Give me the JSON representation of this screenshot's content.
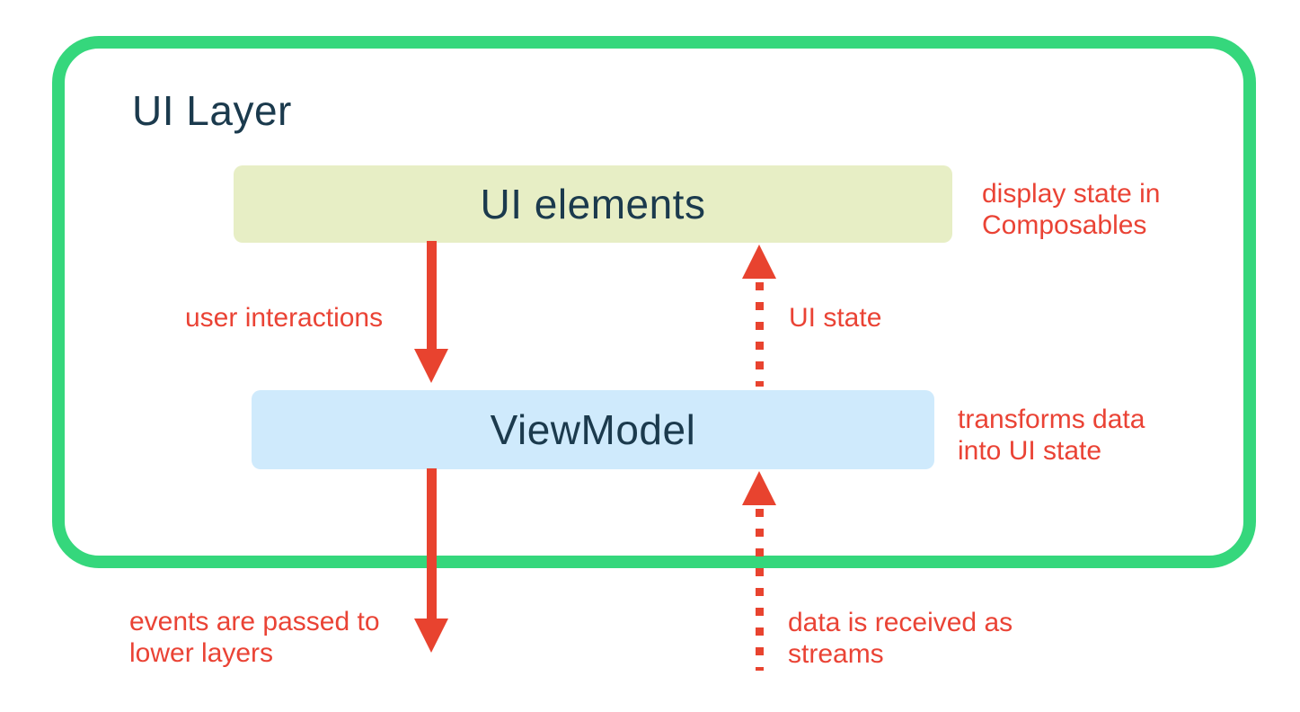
{
  "diagram": {
    "title": "UI Layer",
    "nodes": {
      "ui_elements": {
        "label": "UI elements",
        "annotation": "display state in Composables",
        "fill": "#e7eec5"
      },
      "viewmodel": {
        "label": "ViewModel",
        "annotation": "transforms data into UI state",
        "fill": "#cfeafc"
      }
    },
    "arrows": {
      "user_interactions": {
        "label": "user interactions",
        "style": "solid",
        "direction": "down",
        "from": "UI elements",
        "to": "ViewModel"
      },
      "ui_state": {
        "label": "UI state",
        "style": "dotted",
        "direction": "up",
        "from": "ViewModel",
        "to": "UI elements"
      },
      "events_lower_layers": {
        "label": "events are passed to lower layers",
        "style": "solid",
        "direction": "down",
        "from": "ViewModel",
        "to": "lower layers"
      },
      "data_streams": {
        "label": "data is received as streams",
        "style": "dotted",
        "direction": "up",
        "from": "lower layers",
        "to": "ViewModel"
      }
    },
    "colors": {
      "frame_border": "#35d77c",
      "annotation_red": "#ea4335",
      "arrow_red": "#e8432f",
      "heading_navy": "#1b3a4d",
      "ui_elements_fill": "#e7eec5",
      "viewmodel_fill": "#cfeafc",
      "background": "#ffffff"
    }
  }
}
